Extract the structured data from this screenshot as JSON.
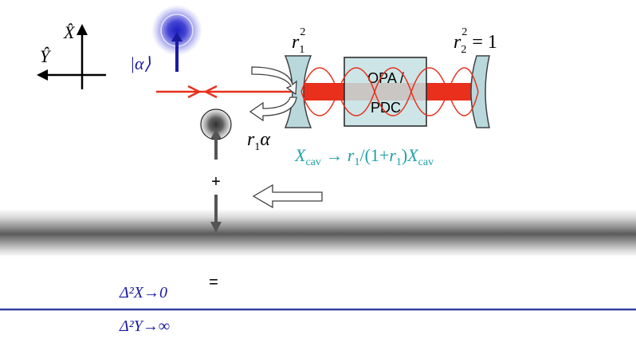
{
  "axes": {
    "x_label": "X̂",
    "y_label": "Ŷ"
  },
  "input_state": {
    "label": "|α⟩"
  },
  "mirrors": {
    "left_label": {
      "base": "r",
      "sub": "1",
      "sup": "2"
    },
    "right_label": {
      "base": "r",
      "sub": "2",
      "sup": "2",
      "suffix": " = 1"
    }
  },
  "crystal": {
    "line1": "OPA /",
    "line2": "PDC"
  },
  "reflection": {
    "label": {
      "base": "r",
      "sub": "1",
      "tail": "α"
    }
  },
  "formula": {
    "x": "X",
    "cav": "cav",
    "arrow": " → ",
    "mid": "r",
    "mid_sub": "1",
    "paren": "/(1+",
    "paren_r": "r",
    "paren_sub": "1",
    "close": ")",
    "x2": "X",
    "cav2": "cav",
    "color": "#20a0a8"
  },
  "combiner": {
    "plus": "+",
    "equals": "="
  },
  "results": {
    "line1": "Δ²X→0",
    "line2": "Δ²Y→∞",
    "color": "#1a1aa0"
  },
  "colors": {
    "beam": "#e8301c",
    "mirror": "#b8d8dc",
    "crystal": "#c4e0e2",
    "divider": "#3040a0"
  }
}
